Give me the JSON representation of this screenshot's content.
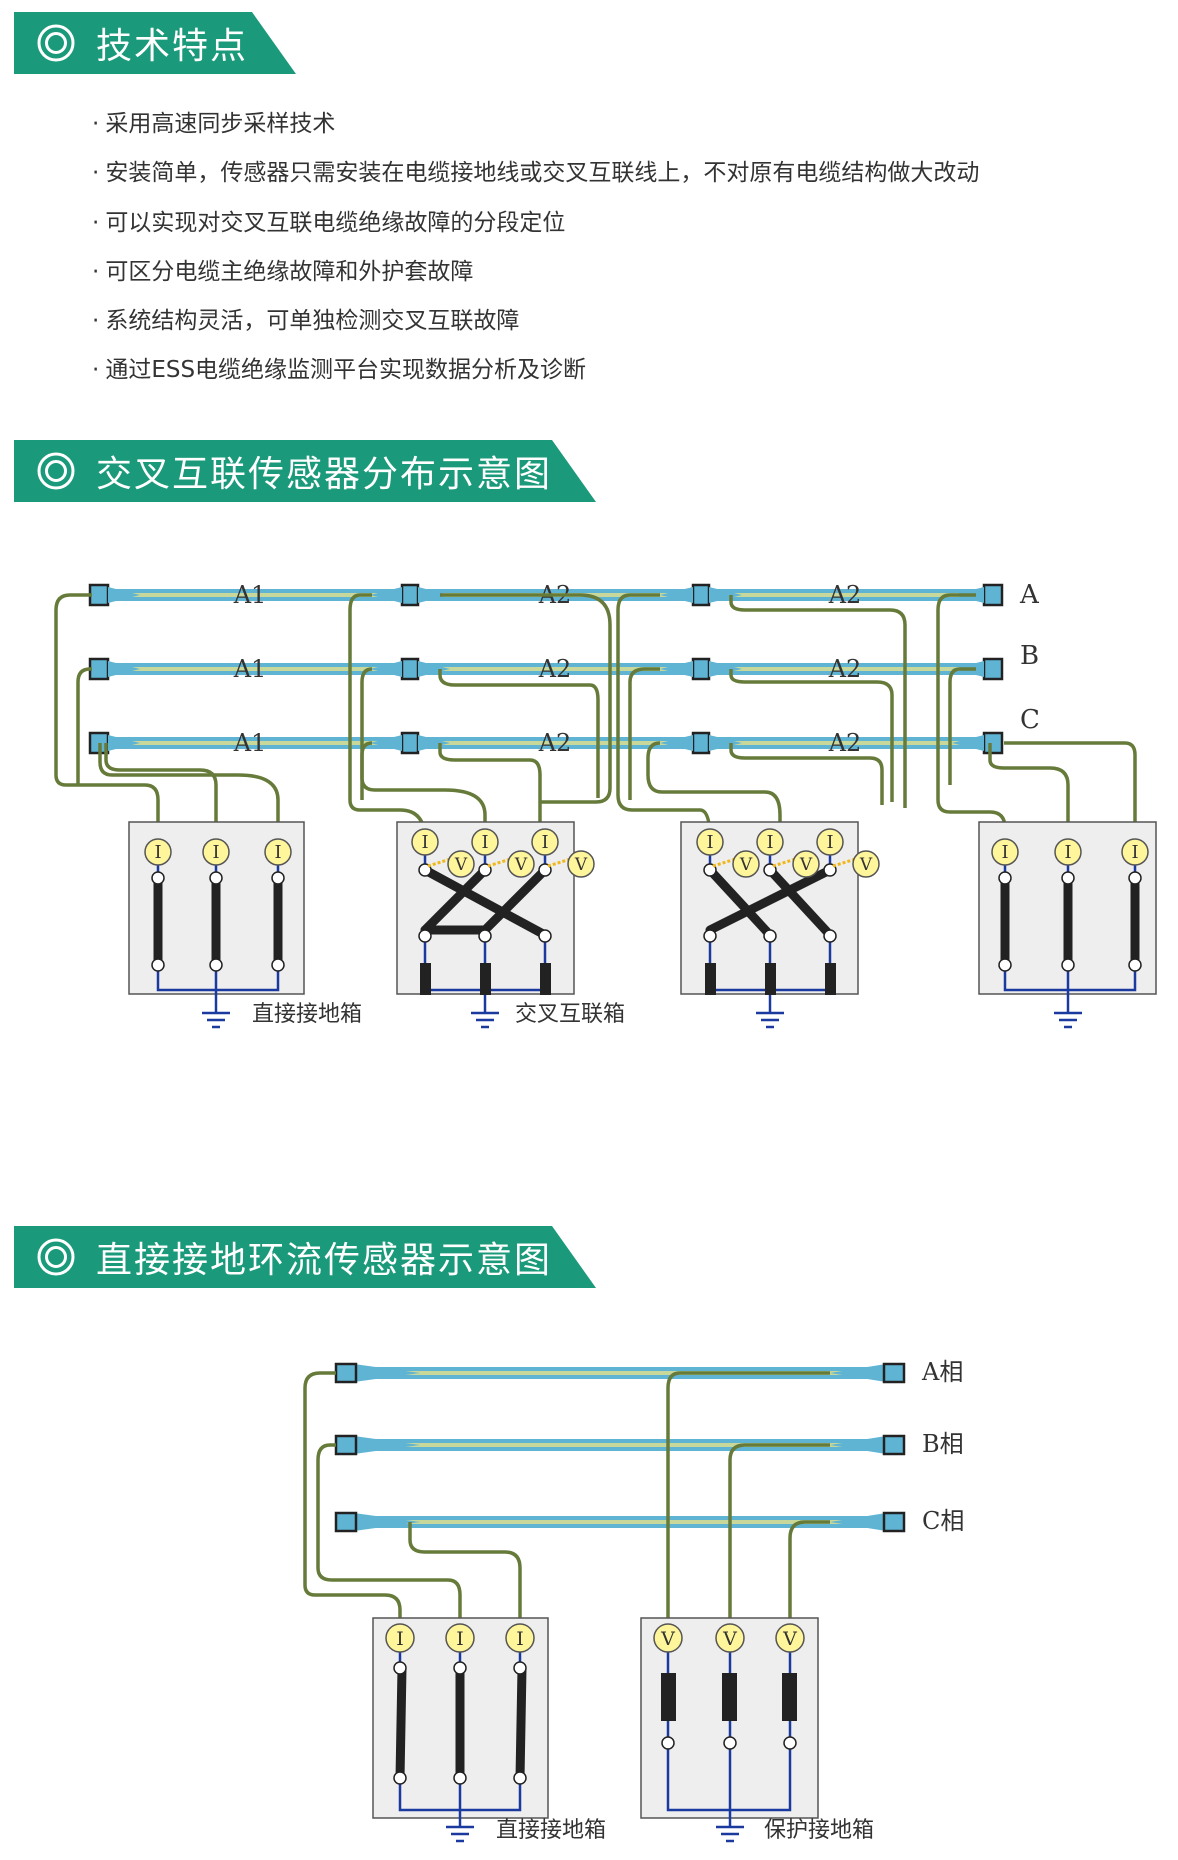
{
  "sections": {
    "features_title": "技术特点",
    "crossbond_title": "交叉互联传感器分布示意图",
    "direct_title": "直接接地环流传感器示意图"
  },
  "features": [
    "采用高速同步采样技术",
    "安装简单，传感器只需安装在电缆接地线或交叉互联线上，不对原有电缆结构做大改动",
    "可以实现对交叉互联电缆绝缘故障的分段定位",
    "可区分电缆主绝缘故障和外护套故障",
    "系统结构灵活，可单独检测交叉互联故障",
    "通过ESS电缆绝缘监测平台实现数据分析及诊断"
  ],
  "bullet": "·",
  "diagram1": {
    "segment_labels": [
      "A1",
      "A2",
      "A2"
    ],
    "phase_labels": [
      "A",
      "B",
      "C"
    ],
    "current_symbol": "I",
    "voltage_symbol": "V",
    "direct_box_label": "直接接地箱",
    "cross_box_label": "交叉互联箱"
  },
  "diagram2": {
    "phase_labels": [
      "A相",
      "B相",
      "C相"
    ],
    "current_symbol": "I",
    "voltage_symbol": "V",
    "direct_box_label": "直接接地箱",
    "protect_box_label": "保护接地箱"
  },
  "colors": {
    "header_green": "#1a9a7a",
    "cable_blue": "#5fb4d4",
    "cable_core": "#c8d89a",
    "wire_olive": "#667a3a",
    "ground_blue": "#1a3aa0",
    "sensor_yellow": "#fff59a",
    "box_fill": "#eeeeee"
  },
  "icons": [
    "target-circle-icon",
    "ground-icon"
  ]
}
